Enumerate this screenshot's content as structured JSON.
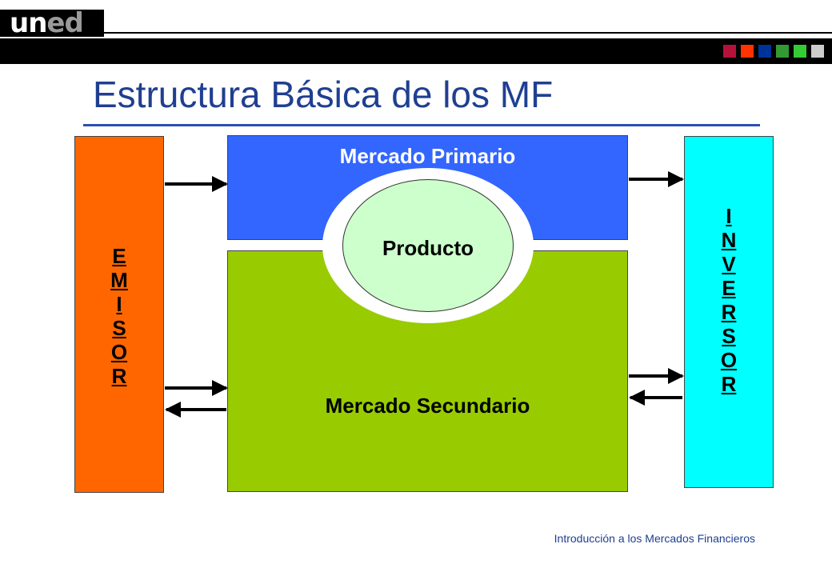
{
  "header": {
    "logo": {
      "part1": "un",
      "part2": "ed"
    },
    "color_squares": [
      "#b5123a",
      "#ff3300",
      "#003399",
      "#339933",
      "#33cc33",
      "#cccccc"
    ]
  },
  "title": "Estructura Básica de los MF",
  "diagram": {
    "emisor_letters": [
      "E",
      "M",
      "I",
      "S",
      "O",
      "R"
    ],
    "inversor_letters": [
      "I",
      "N",
      "V",
      "E",
      "R",
      "S",
      "O",
      "R"
    ],
    "mercado_primario": "Mercado Primario",
    "producto": "Producto",
    "mercado_secundario": "Mercado Secundario",
    "colors": {
      "emisor": "#ff6600",
      "inversor": "#00ffff",
      "primario": "#3366ff",
      "secundario": "#99cc00",
      "producto": "#ccffcc"
    }
  },
  "footer": "Introducción a los Mercados Financieros"
}
